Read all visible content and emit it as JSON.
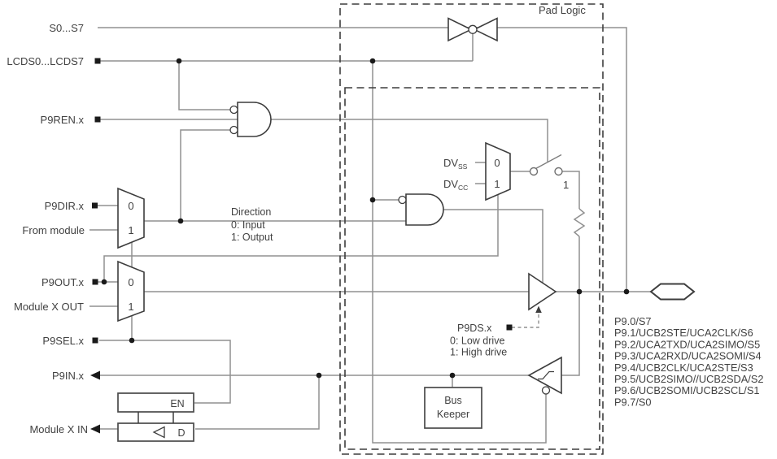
{
  "diagram_title": "Pad Logic",
  "signals": {
    "s": "S0...S7",
    "lcds": "LCDS0...LCDS7",
    "p9ren": "P9REN.x",
    "p9dir": "P9DIR.x",
    "from_module": "From module",
    "p9out": "P9OUT.x",
    "module_x_out": "Module X OUT",
    "p9sel": "P9SEL.x",
    "p9in": "P9IN.x",
    "module_x_in": "Module X IN"
  },
  "annotations": {
    "direction_title": "Direction",
    "direction_input": "0: Input",
    "direction_output": "1: Output",
    "p9ds": "P9DS.x",
    "p9ds_low": "0: Low drive",
    "p9ds_high": "1: High drive",
    "dv_prefix": "DV",
    "dvss_sub": "SS",
    "dvcc_sub": "CC",
    "mux_in0": "0",
    "mux_in1": "1",
    "switch_on": "1",
    "bus_keeper_line1": "Bus",
    "bus_keeper_line2": "Keeper",
    "en": "EN",
    "d": "D"
  },
  "pins": [
    "P9.0/S7",
    "P9.1/UCB2STE/UCA2CLK/S6",
    "P9.2/UCA2TXD/UCA2SIMO/S5",
    "P9.3/UCA2RXD/UCA2SOMI/S4",
    "P9.4/UCB2CLK/UCA2STE/S3",
    "P9.5/UCB2SIMO//UCB2SDA/S2",
    "P9.6/UCB2SOMI/UCB2SCL/S1",
    "P9.7/S0"
  ],
  "colors": {
    "background": "#ffffff",
    "wire": "#909090",
    "outline": "#3d3d3d",
    "text": "#414141",
    "node": "#1a1a1a"
  }
}
